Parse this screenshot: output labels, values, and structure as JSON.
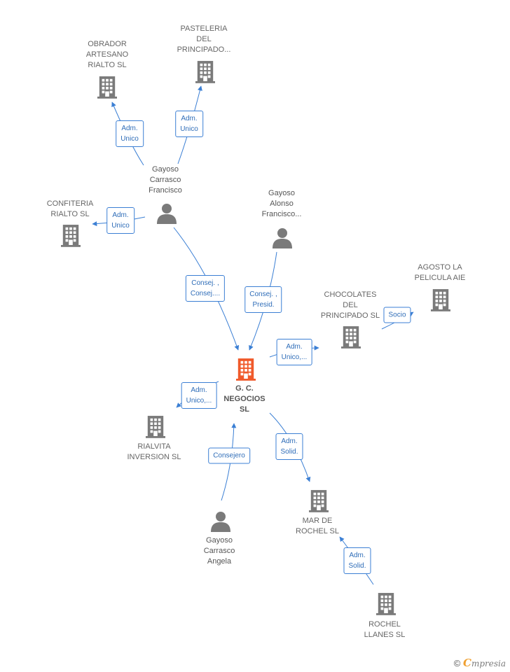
{
  "colors": {
    "company": "#7a7a7a",
    "focus": "#f05a2b",
    "person": "#7a7a7a",
    "edge": "#3b7fd4"
  },
  "nodes": [
    {
      "id": "obrador",
      "kind": "company",
      "label": "OBRADOR\nARTESANO\nRIALTO  SL"
    },
    {
      "id": "pasteleria",
      "kind": "company",
      "label": "PASTELERIA\nDEL\nPRINCIPADO..."
    },
    {
      "id": "confiteria",
      "kind": "company",
      "label": "CONFITERIA\nRIALTO  SL"
    },
    {
      "id": "gayoso_francisco",
      "kind": "person",
      "label": "Gayoso\nCarrasco\nFrancisco"
    },
    {
      "id": "gayoso_alonso",
      "kind": "person",
      "label": "Gayoso\nAlonso\nFrancisco..."
    },
    {
      "id": "agosto",
      "kind": "company",
      "label": "AGOSTO LA\nPELICULA AIE"
    },
    {
      "id": "chocolates",
      "kind": "company",
      "label": "CHOCOLATES\nDEL\nPRINCIPADO SL"
    },
    {
      "id": "gc",
      "kind": "focus",
      "label": "G. C.\nNEGOCIOS\nSL"
    },
    {
      "id": "rialvita",
      "kind": "company",
      "label": "RIALVITA\nINVERSION  SL"
    },
    {
      "id": "gayoso_angela",
      "kind": "person",
      "label": "Gayoso\nCarrasco\nAngela"
    },
    {
      "id": "mar_rochel",
      "kind": "company",
      "label": "MAR DE\nROCHEL  SL"
    },
    {
      "id": "rochel_llanes",
      "kind": "company",
      "label": "ROCHEL\nLLANES  SL"
    }
  ],
  "edges": [
    {
      "from": "gayoso_francisco",
      "to": "obrador",
      "label": "Adm.\nUnico"
    },
    {
      "from": "gayoso_francisco",
      "to": "pasteleria",
      "label": "Adm.\nUnico"
    },
    {
      "from": "gayoso_francisco",
      "to": "confiteria",
      "label": "Adm.\nUnico"
    },
    {
      "from": "gayoso_francisco",
      "to": "gc",
      "label": "Consej. ,\nConsej...."
    },
    {
      "from": "gayoso_alonso",
      "to": "gc",
      "label": "Consej. ,\nPresid."
    },
    {
      "from": "gc",
      "to": "chocolates",
      "label": "Adm.\nUnico,..."
    },
    {
      "from": "chocolates",
      "to": "agosto",
      "label": "Socio"
    },
    {
      "from": "gc",
      "to": "rialvita",
      "label": "Adm.\nUnico,..."
    },
    {
      "from": "gayoso_angela",
      "to": "gc",
      "label": "Consejero"
    },
    {
      "from": "gc",
      "to": "mar_rochel",
      "label": "Adm.\nSolid."
    },
    {
      "from": "rochel_llanes",
      "to": "mar_rochel",
      "label": "Adm.\nSolid."
    }
  ],
  "footer": {
    "copyright": "©",
    "brand_initial": "C",
    "brand_rest": "mpresia"
  }
}
